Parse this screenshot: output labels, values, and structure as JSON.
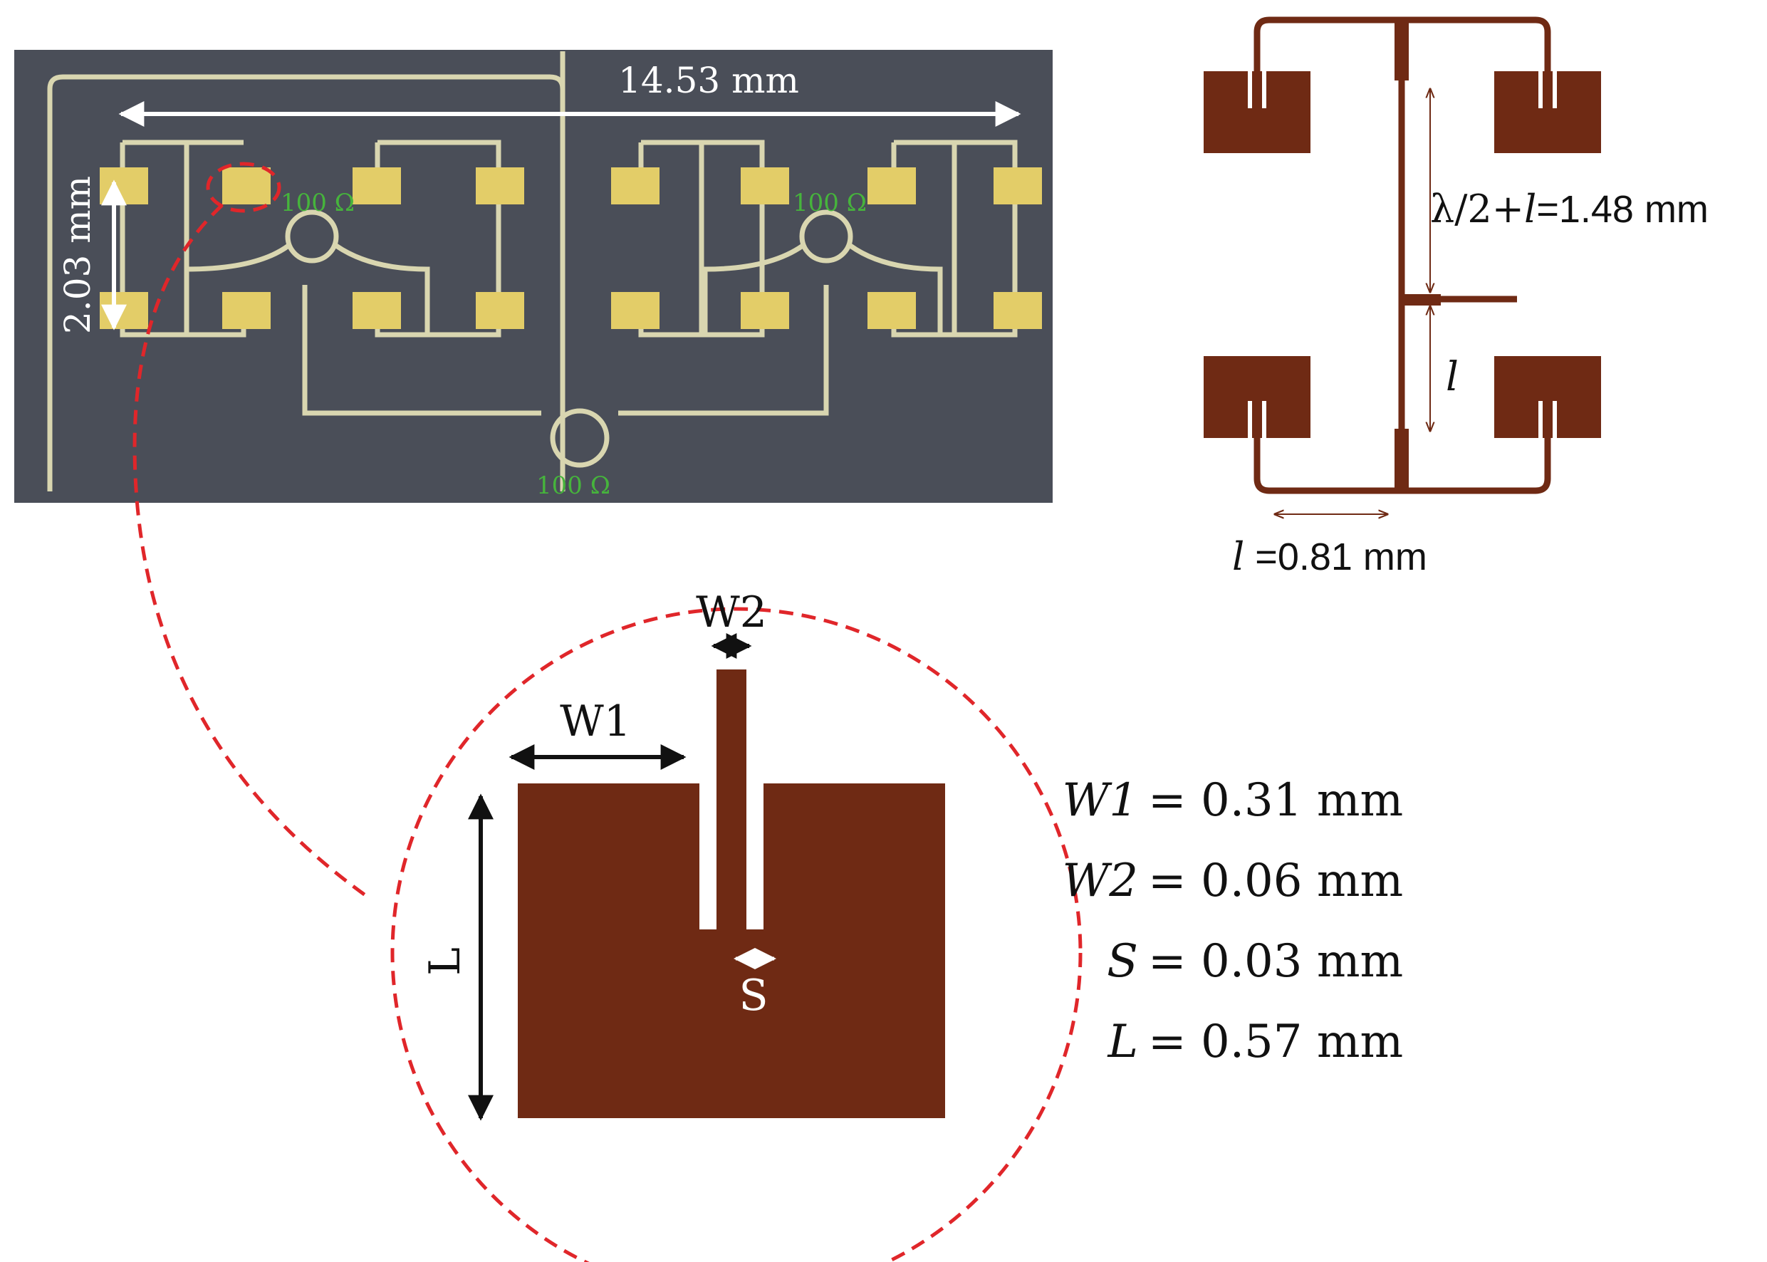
{
  "photo": {
    "width_label": "14.53 mm",
    "height_label": "2.03 mm",
    "resistor_labels": [
      "100 Ω",
      "100 Ω",
      "100 Ω"
    ]
  },
  "subarray": {
    "label_half_wave": "λ/2+",
    "label_half_wave_var": "l",
    "label_half_wave_value": "=1.48 mm",
    "label_l": "l",
    "label_bottom_var": "l",
    "label_bottom_value": " =0.81 mm"
  },
  "patch": {
    "label_w1": "W1",
    "label_w2": "W2",
    "label_s": "S",
    "label_l": "L"
  },
  "parameters": [
    {
      "name": "W1",
      "value": "= 0.31 mm"
    },
    {
      "name": "W2",
      "value": "= 0.06 mm"
    },
    {
      "name": "S",
      "value": "= 0.03 mm"
    },
    {
      "name": "L",
      "value": "= 0.57 mm"
    }
  ],
  "colors": {
    "copper": "#6f2a14",
    "photo_bg": "#4a4e58",
    "gold_pad": "#e3cd68",
    "trace": "#d9d6b0",
    "resistor_text": "#46b43c",
    "zoom_circle": "#e0262a"
  }
}
